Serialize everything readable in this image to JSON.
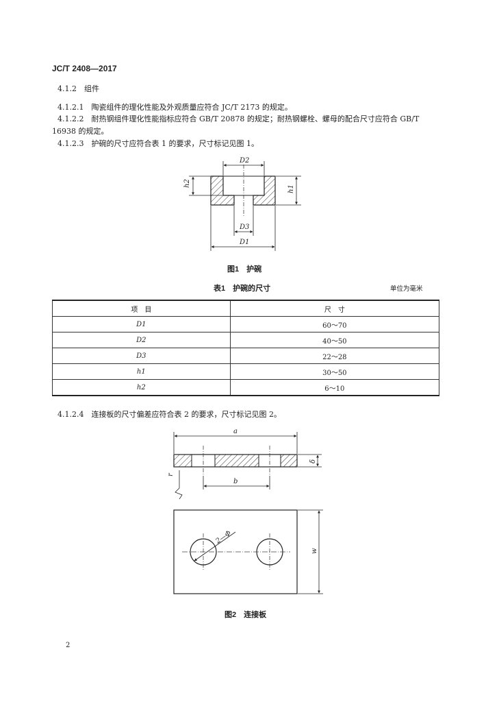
{
  "header": {
    "standard_no": "JC/T 2408—2017"
  },
  "sections": {
    "s412": "4.1.2　组件",
    "s4121": "4.1.2.1　陶瓷组件的理化性能及外观质量应符合 JC/T 2173 的规定。",
    "s4122_line1": "4.1.2.2　耐热钢组件理化性能指标应符合 GB/T 20878 的规定；耐热钢螺栓、螺母的配合尺寸应符合 GB/T",
    "s4122_line2": "16938 的规定。",
    "s4123": "4.1.2.3　护碗的尺寸应符合表 1 的要求，尺寸标记见图 1。",
    "s4124": "4.1.2.4　连接板的尺寸偏差应符合表 2 的要求，尺寸标记见图 2。"
  },
  "figure1": {
    "caption": "图1　护碗",
    "labels": {
      "D2": "D2",
      "D3": "D3",
      "D1": "D1",
      "h1": "h1",
      "h2": "h2"
    }
  },
  "table1": {
    "caption": "表1　护碗的尺寸",
    "unit": "单位为毫米",
    "headers": [
      "项　目",
      "尺　寸"
    ],
    "rows": [
      {
        "item": "D1",
        "value": "60～70"
      },
      {
        "item": "D2",
        "value": "40～50"
      },
      {
        "item": "D3",
        "value": "22～28"
      },
      {
        "item": "h1",
        "value": "30～50"
      },
      {
        "item": "h2",
        "value": "6～10"
      }
    ]
  },
  "figure2": {
    "caption": "图2　连接板",
    "labels": {
      "a": "a",
      "b": "b",
      "delta": "δ",
      "r": "r",
      "w": "w",
      "hole": "2—Φ"
    }
  },
  "footer": {
    "page_number": "2"
  }
}
